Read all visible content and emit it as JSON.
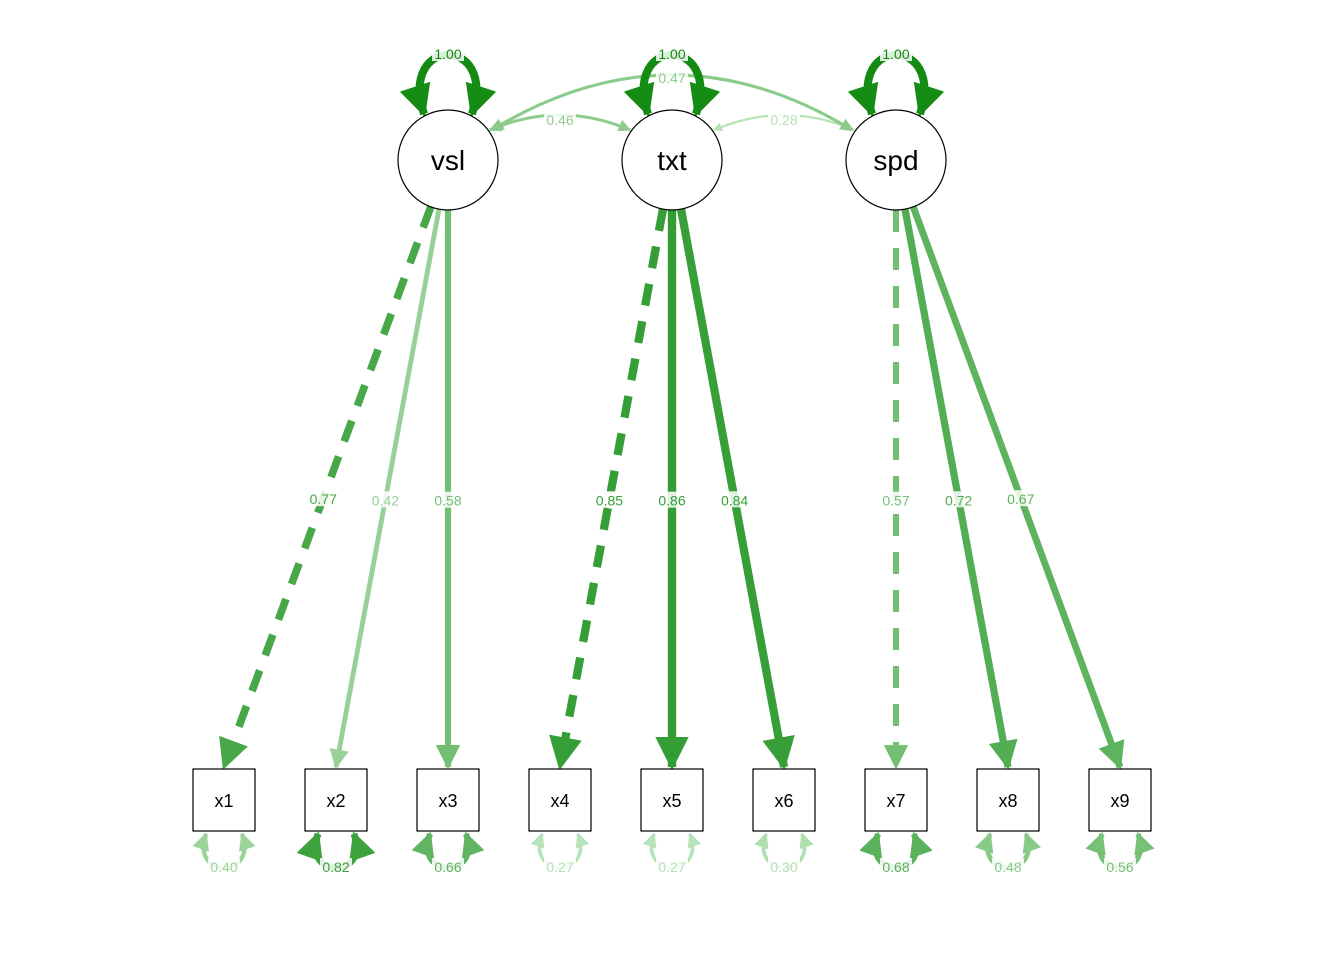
{
  "latents": [
    {
      "id": "vsl",
      "label": "vsl",
      "variance": "1.00"
    },
    {
      "id": "txt",
      "label": "txt",
      "variance": "1.00"
    },
    {
      "id": "spd",
      "label": "spd",
      "variance": "1.00"
    }
  ],
  "indicators": [
    {
      "id": "x1",
      "label": "x1",
      "residual": "0.40"
    },
    {
      "id": "x2",
      "label": "x2",
      "residual": "0.82"
    },
    {
      "id": "x3",
      "label": "x3",
      "residual": "0.66"
    },
    {
      "id": "x4",
      "label": "x4",
      "residual": "0.27"
    },
    {
      "id": "x5",
      "label": "x5",
      "residual": "0.27"
    },
    {
      "id": "x6",
      "label": "x6",
      "residual": "0.30"
    },
    {
      "id": "x7",
      "label": "x7",
      "residual": "0.68"
    },
    {
      "id": "x8",
      "label": "x8",
      "residual": "0.48"
    },
    {
      "id": "x9",
      "label": "x9",
      "residual": "0.56"
    }
  ],
  "loadings": [
    {
      "from": "vsl",
      "to": "x1",
      "value": "0.77",
      "fixed": true
    },
    {
      "from": "vsl",
      "to": "x2",
      "value": "0.42",
      "fixed": false
    },
    {
      "from": "vsl",
      "to": "x3",
      "value": "0.58",
      "fixed": false
    },
    {
      "from": "txt",
      "to": "x4",
      "value": "0.85",
      "fixed": true
    },
    {
      "from": "txt",
      "to": "x5",
      "value": "0.86",
      "fixed": false
    },
    {
      "from": "txt",
      "to": "x6",
      "value": "0.84",
      "fixed": false
    },
    {
      "from": "spd",
      "to": "x7",
      "value": "0.57",
      "fixed": true
    },
    {
      "from": "spd",
      "to": "x8",
      "value": "0.72",
      "fixed": false
    },
    {
      "from": "spd",
      "to": "x9",
      "value": "0.67",
      "fixed": false
    }
  ],
  "covariances": [
    {
      "a": "vsl",
      "b": "txt",
      "value": "0.46"
    },
    {
      "a": "txt",
      "b": "spd",
      "value": "0.28"
    },
    {
      "a": "vsl",
      "b": "spd",
      "value": "0.47"
    }
  ],
  "colors": {
    "positive": "#2ca02c",
    "node_stroke": "#000000"
  }
}
